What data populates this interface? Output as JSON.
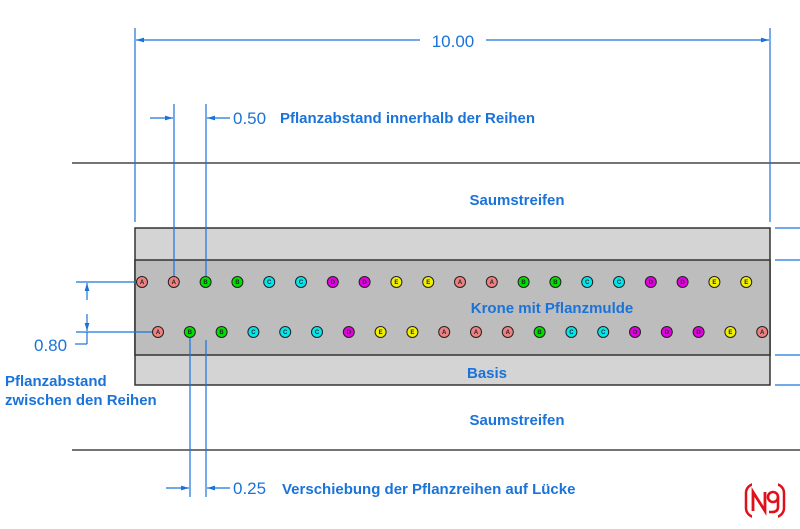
{
  "dimensions": {
    "total_width": "10.00",
    "in_row_spacing": "0.50",
    "in_row_spacing_label": "Pflanzabstand innerhalb der Reihen",
    "row_spacing": "0.80",
    "row_spacing_label_line1": "Pflanzabstand",
    "row_spacing_label_line2": "zwischen den Reihen",
    "offset": "0.25",
    "offset_label": "Verschiebung der Pflanzreihen auf Lücke"
  },
  "zones": {
    "top_strip": "Saumstreifen",
    "crown": "Krone mit Pflanzmulde",
    "base": "Basis",
    "bottom_strip": "Saumstreifen"
  },
  "plant_colors": {
    "A": "#f08080",
    "B": "#00e000",
    "C": "#00e8ee",
    "D": "#e000e0",
    "E": "#f0f000"
  },
  "rows": {
    "row1": [
      "A",
      "A",
      "B",
      "B",
      "C",
      "C",
      "D",
      "D",
      "E",
      "E",
      "A",
      "A",
      "B",
      "B",
      "C",
      "C",
      "D",
      "D",
      "E",
      "E"
    ],
    "row2": [
      "A",
      "B",
      "B",
      "C",
      "C",
      "C",
      "D",
      "E",
      "E",
      "A",
      "A",
      "A",
      "B",
      "C",
      "C",
      "D",
      "D",
      "D",
      "E",
      "A"
    ]
  },
  "logo": {
    "text": "N9",
    "color": "#e0101a"
  }
}
